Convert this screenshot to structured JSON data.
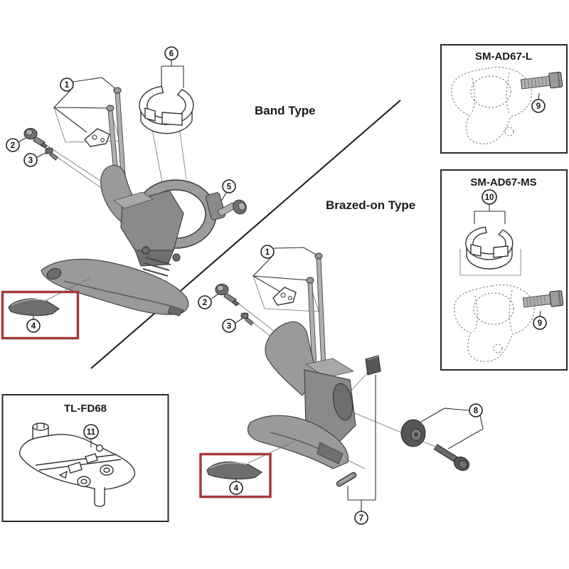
{
  "sections": {
    "band": {
      "label": "Band Type"
    },
    "brazed": {
      "label": "Brazed-on Type"
    }
  },
  "panels": {
    "ad67l": {
      "title": "SM-AD67-L"
    },
    "ad67ms": {
      "title": "SM-AD67-MS"
    },
    "tlfd68": {
      "title": "TL-FD68"
    }
  },
  "callouts": {
    "band": {
      "c1": "1",
      "c2": "2",
      "c3": "3",
      "c4": "4",
      "c5": "5",
      "c6": "6"
    },
    "brazed": {
      "c1": "1",
      "c2": "2",
      "c3": "3",
      "c4": "4",
      "c7": "7",
      "c8": "8"
    },
    "ad67l": {
      "c9": "9"
    },
    "ad67ms": {
      "c10": "10",
      "c9": "9"
    },
    "tlfd68": {
      "c11": "11"
    }
  },
  "colors": {
    "highlight_box": "#A63939",
    "line_art": "#333333",
    "divider": "#1a1a1a"
  }
}
